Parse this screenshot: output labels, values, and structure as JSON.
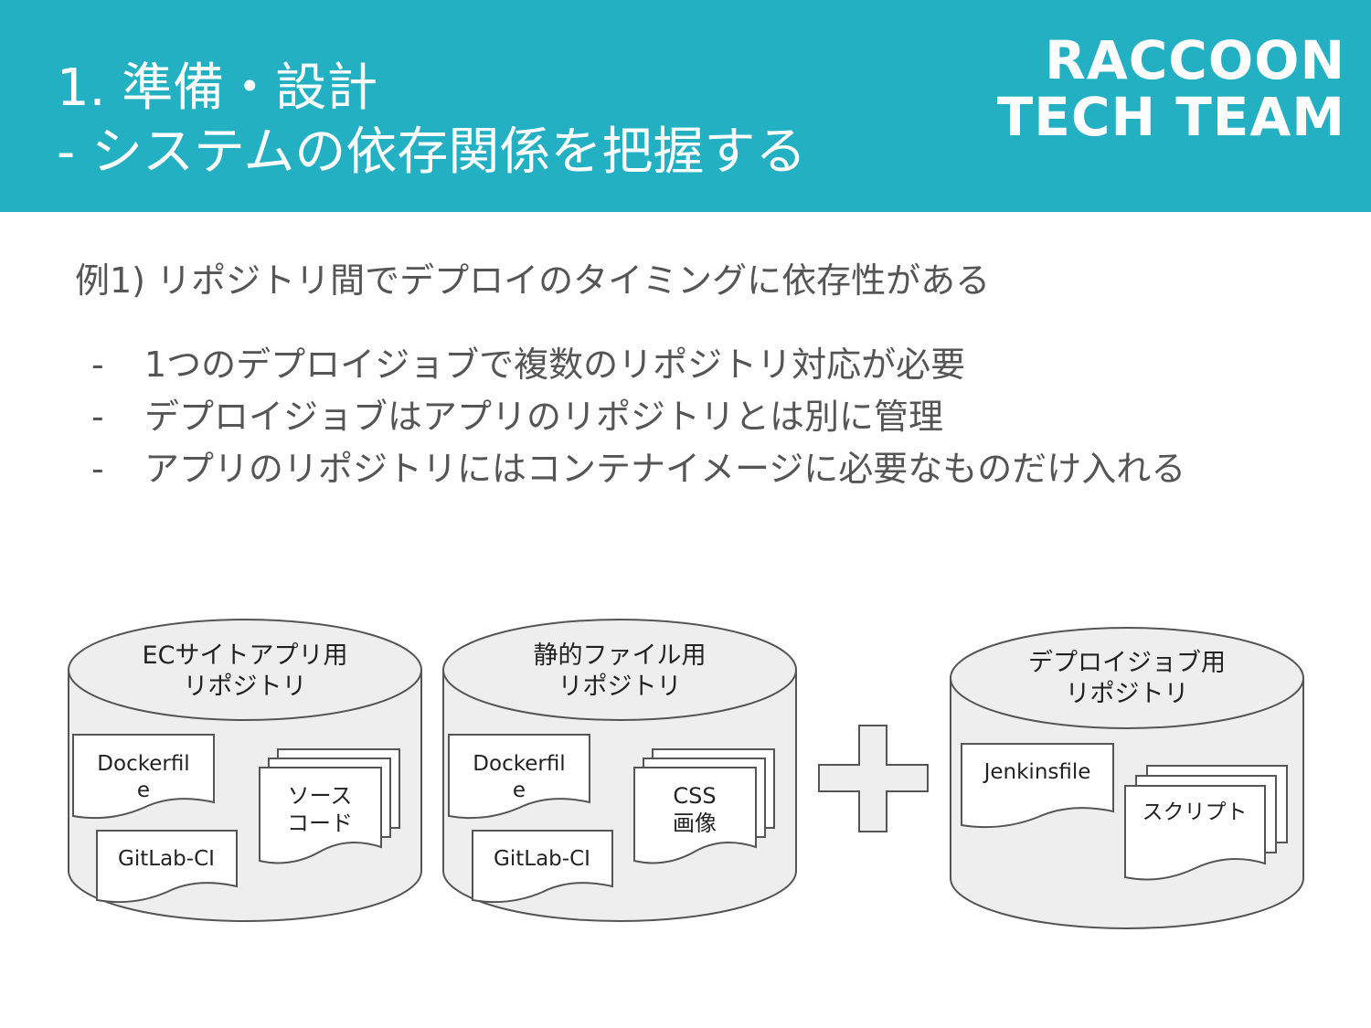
{
  "header": {
    "title_line1": "1. 準備・設計",
    "title_line2": "-  システムの依存関係を把握する",
    "logo_line1": "RACCOON",
    "logo_line2": "TECH TEAM"
  },
  "intro": "例1) リポジトリ間でデプロイのタイミングに依存性がある",
  "bullets": [
    "1つのデプロイジョブで複数のリポジトリ対応が必要",
    "デプロイジョブはアプリのリポジトリとは別に管理",
    "アプリのリポジトリにはコンテナイメージに必要なものだけ入れる"
  ],
  "bullet_marker": "-",
  "repos": [
    {
      "title1": "ECサイトアプリ用",
      "title2": "リポジトリ",
      "doc1_line1": "Dockerfil",
      "doc1_line2": "e",
      "doc2": "GitLab-CI",
      "stack_line1": "ソース",
      "stack_line2": "コード"
    },
    {
      "title1": "静的ファイル用",
      "title2": "リポジトリ",
      "doc1_line1": "Dockerfil",
      "doc1_line2": "e",
      "doc2": "GitLab-CI",
      "stack_line1": "CSS",
      "stack_line2": "画像"
    },
    {
      "title1": "デプロイジョブ用",
      "title2": "リポジトリ",
      "doc1": "Jenkinsfile",
      "stack_line1": "スクリプト"
    }
  ],
  "colors": {
    "header_bg": "#22b0c2",
    "shape_fill": "#eeeeee",
    "shape_stroke": "#555555"
  }
}
